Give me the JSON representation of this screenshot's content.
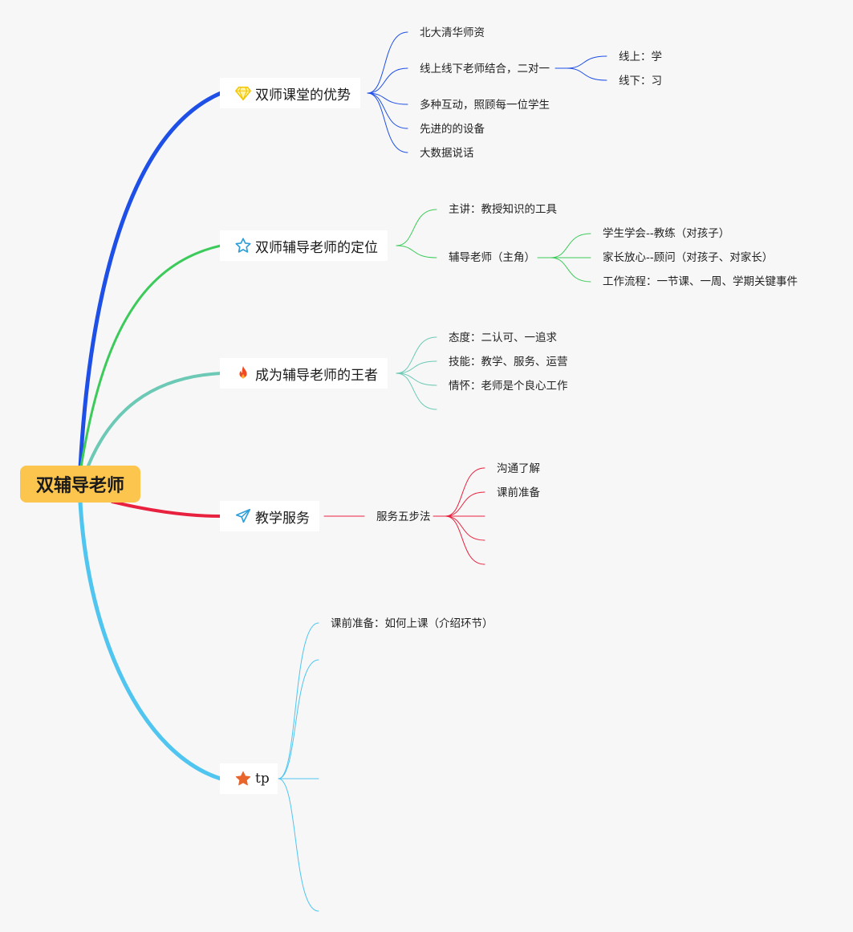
{
  "root": {
    "label": "双辅导老师",
    "color": "#fcc54d"
  },
  "branches": [
    {
      "label": "双师课堂的优势",
      "icon": "diamond-icon",
      "color": "#1e4fe6",
      "children": [
        {
          "label": "北大清华师资"
        },
        {
          "label": "线上线下老师结合，二对一",
          "children": [
            {
              "label": "线上：学"
            },
            {
              "label": "线下：习"
            }
          ]
        },
        {
          "label": "多种互动，照顾每一位学生"
        },
        {
          "label": "先进的的设备"
        },
        {
          "label": "大数据说话"
        }
      ]
    },
    {
      "label": "双师辅导老师的定位",
      "icon": "star-outline-icon",
      "color": "#3ccb5a",
      "children": [
        {
          "label": "主讲：教授知识的工具"
        },
        {
          "label": "辅导老师（主角）",
          "children": [
            {
              "label": "学生学会--教练（对孩子）"
            },
            {
              "label": "家长放心--顾问（对孩子、对家长）"
            },
            {
              "label": "工作流程：一节课、一周、学期关键事件"
            }
          ]
        }
      ]
    },
    {
      "label": "成为辅导老师的王者",
      "icon": "fire-icon",
      "color": "#6cc9b5",
      "children": [
        {
          "label": "态度：二认可、一追求"
        },
        {
          "label": "技能：教学、服务、运营"
        },
        {
          "label": "情怀：老师是个良心工作"
        },
        {
          "label": ""
        }
      ]
    },
    {
      "label": "教学服务",
      "icon": "paper-plane-icon",
      "color": "#e8213f",
      "children": [
        {
          "label": "服务五步法",
          "children": [
            {
              "label": "沟通了解"
            },
            {
              "label": "课前准备"
            },
            {
              "label": ""
            },
            {
              "label": ""
            },
            {
              "label": ""
            }
          ]
        }
      ]
    },
    {
      "label": "tp",
      "icon": "star-filled-icon",
      "color": "#4fc5f0",
      "children": [
        {
          "label": "课前准备：如何上课（介绍环节）"
        },
        {
          "label": ""
        },
        {
          "label": ""
        },
        {
          "label": ""
        }
      ]
    }
  ]
}
